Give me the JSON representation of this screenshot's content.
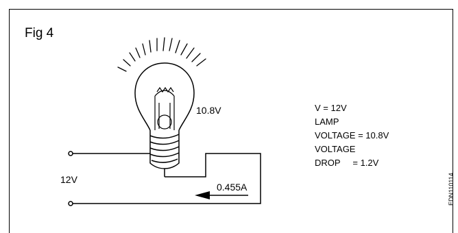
{
  "figure": {
    "label": "Fig 4"
  },
  "labels": {
    "lamp_voltage": "10.8V",
    "supply_voltage": "12V",
    "current": "0.455A"
  },
  "notes": [
    "V = 12V",
    "LAMP",
    "VOLTAGE = 10.8V",
    "VOLTAGE",
    "DROP     = 1.2V"
  ],
  "code": "EDN110114"
}
